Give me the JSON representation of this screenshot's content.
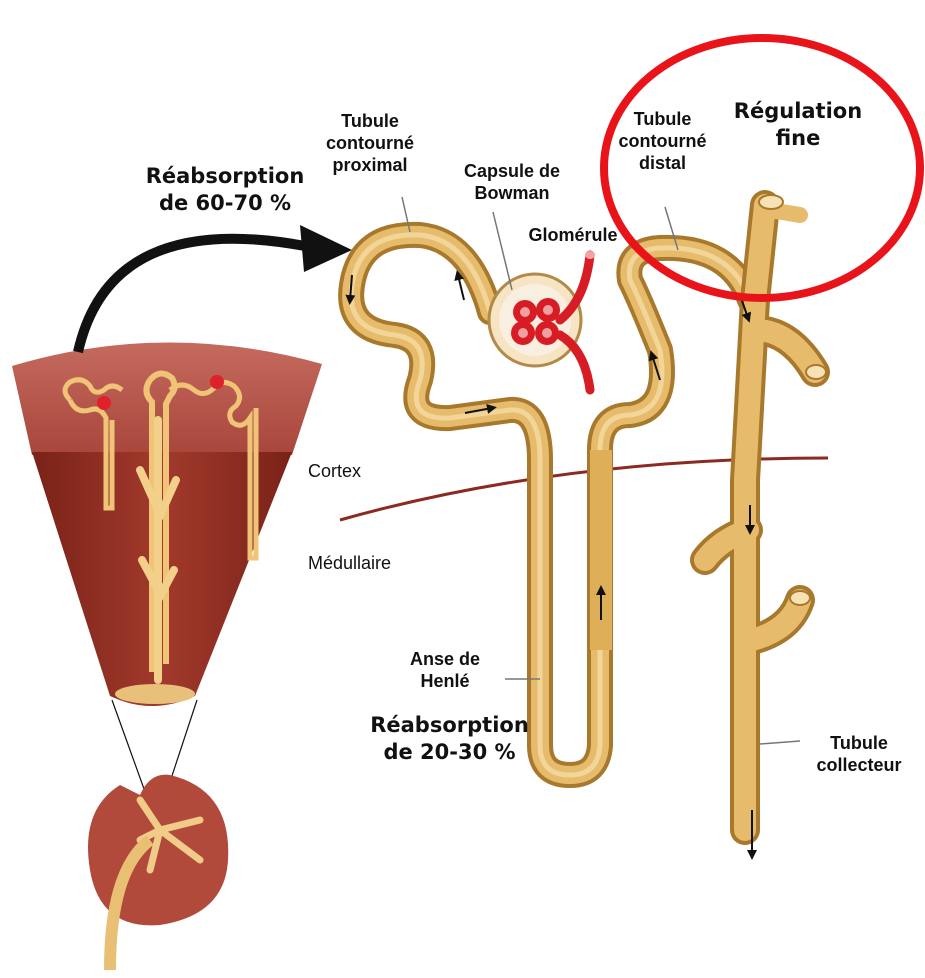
{
  "labels": {
    "proximal": [
      "Tubule",
      "contourné",
      "proximal"
    ],
    "reabs_top": [
      "Réabsorption",
      "de 60-70 %"
    ],
    "capsule": [
      "Capsule de",
      "Bowman"
    ],
    "glomerule": "Glomérule",
    "distal": [
      "Tubule",
      "contourné",
      "distal"
    ],
    "regulation": [
      "Régulation",
      "fine"
    ],
    "cortex": "Cortex",
    "medullaire": "Médullaire",
    "anse": [
      "Anse de",
      "Henlé"
    ],
    "reabs_bottom": [
      "Réabsorption",
      "de 20-30 %"
    ],
    "collecteur": [
      "Tubule",
      "collecteur"
    ]
  },
  "colors": {
    "tubule": "#dba94f",
    "tubule_dark": "#a8792c",
    "cortex_tissue": "#b4534a",
    "medulla_tissue": "#8e2a1f",
    "vessel": "#e0202a",
    "highlight_circle": "#e8141a",
    "boundary": "#8b2a20"
  }
}
